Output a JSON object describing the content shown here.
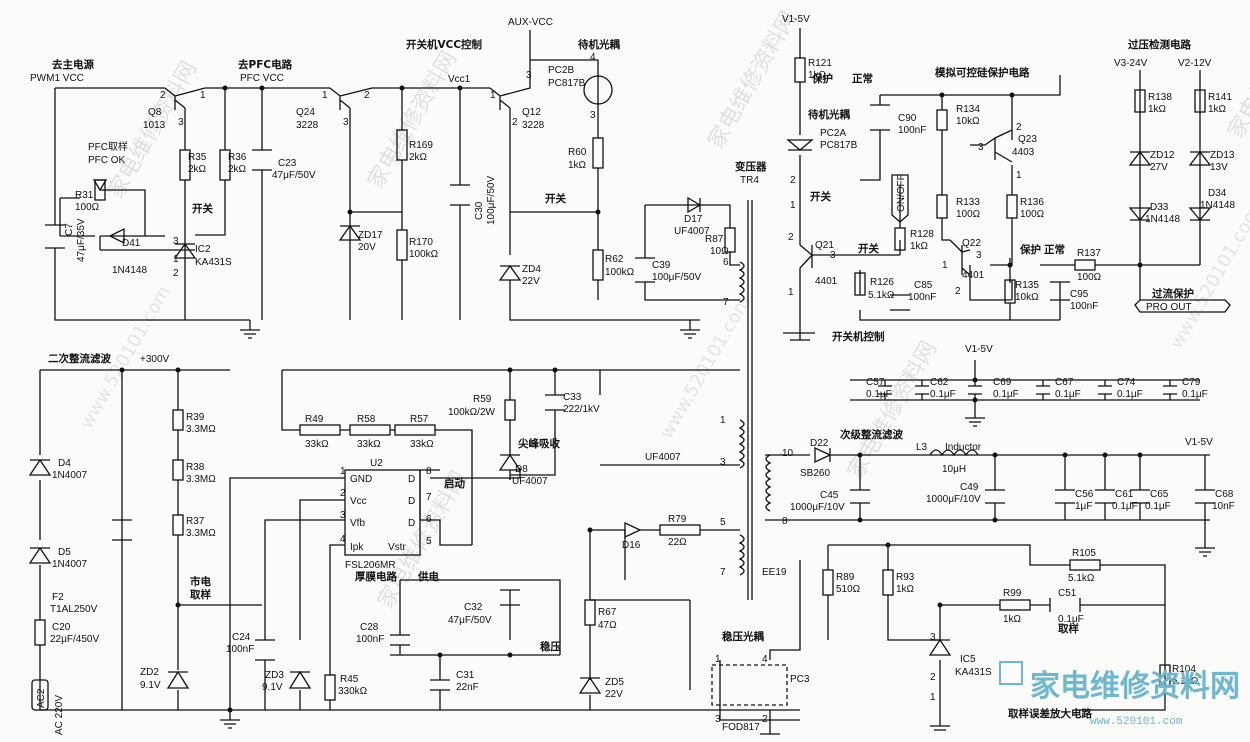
{
  "labels": {
    "main_power": "去主电源",
    "pwm1_vcc": "PWM1 VCC",
    "to_pfc": "去PFC电路",
    "pfc_vcc": "PFC VCC",
    "switch_vcc": "开关机VCC控制",
    "aux_vcc": "AUX-VCC",
    "standby_opto": "待机光耦",
    "pfc_sample": "PFC取样",
    "pfc_ok": "PFC OK",
    "switch": "开关",
    "transformer": "变压器",
    "tr4": "TR4",
    "v15_top": "V1-5V",
    "protect": "保护",
    "normal": "正常",
    "scr_protect": "模拟可控硅保护电路",
    "ov_detect": "过压检测电路",
    "v3_24": "V3-24V",
    "v2_12": "V2-12V",
    "on_off": "ON/OFF",
    "oc_protect": "过流保护",
    "pro_out": "PRO  OUT",
    "switch_control": "开关机控制",
    "secondary_rect": "二次整流滤波",
    "v300": "+300V",
    "v15_mid": "V1-5V",
    "peak_absorb": "尖峰吸收",
    "startup": "启动",
    "thick_film": "厚膜电路",
    "supply": "供电",
    "mains_sample_1": "市电",
    "mains_sample_2": "取样",
    "stabilize": "稳压",
    "stab_opto": "稳压光耦",
    "sub_rect": "次级整流滤波",
    "inductor": "Inductor",
    "v15_right": "V1-5V",
    "sampling": "取样",
    "error_amp": "取样误差放大电路",
    "ee19": "EE19",
    "ac220": "AC 220V",
    "ac2": "AC2"
  },
  "parts": {
    "Q8": [
      "Q8",
      "1013"
    ],
    "Q24": [
      "Q24",
      "3228"
    ],
    "Q12": [
      "Q12",
      "3228"
    ],
    "PC2B": [
      "PC2B",
      "PC817B"
    ],
    "R35": [
      "R35",
      "2kΩ"
    ],
    "R36": [
      "R36",
      "2kΩ"
    ],
    "C23": [
      "C23",
      "47μF/50V"
    ],
    "R31": [
      "R31",
      "100Ω"
    ],
    "C7": [
      "C7",
      "47μF/35V"
    ],
    "D41": [
      "D41",
      "1N4148"
    ],
    "IC2": [
      "IC2",
      "KA431S"
    ],
    "R169": [
      "R169",
      "2kΩ"
    ],
    "ZD17": [
      "ZD17",
      "20V"
    ],
    "R170": [
      "R170",
      "100kΩ"
    ],
    "C30": [
      "C30",
      "100μF/50V"
    ],
    "ZD4": [
      "ZD4",
      "22V"
    ],
    "R60": [
      "R60",
      "1kΩ"
    ],
    "R62": [
      "R62",
      "100kΩ"
    ],
    "C39": [
      "C39",
      "100μF/50V"
    ],
    "D17": [
      "D17",
      "UF4007"
    ],
    "R87": [
      "R87",
      "10Ω"
    ],
    "R121": [
      "R121",
      "1kΩ"
    ],
    "PC2A": [
      "PC2A",
      "PC817B"
    ],
    "C90": [
      "C90",
      "100nF"
    ],
    "R134": [
      "R134",
      "10kΩ"
    ],
    "Q23": [
      "Q23",
      "4403"
    ],
    "R133": [
      "R133",
      "100Ω"
    ],
    "R136": [
      "R136",
      "100Ω"
    ],
    "R128": [
      "R128",
      "1kΩ"
    ],
    "Q21": [
      "Q21",
      "4401"
    ],
    "Q22": [
      "Q22",
      "4401"
    ],
    "R126": [
      "R126",
      "5.1kΩ"
    ],
    "C85": [
      "C85",
      "100nF"
    ],
    "R135": [
      "R135",
      "10kΩ"
    ],
    "R137": [
      "R137",
      "100Ω"
    ],
    "C95": [
      "C95",
      "100nF"
    ],
    "R138": [
      "R138",
      "1kΩ"
    ],
    "R141": [
      "R141",
      "1kΩ"
    ],
    "ZD12": [
      "ZD12",
      "27V"
    ],
    "ZD13": [
      "ZD13",
      "13V"
    ],
    "D33": [
      "D33",
      "1N4148"
    ],
    "D34": [
      "D34",
      "1N4148"
    ],
    "C57": [
      "C57",
      "0.1μF"
    ],
    "C62": [
      "C62",
      "0.1μF"
    ],
    "C69": [
      "C69",
      "0.1μF"
    ],
    "C67": [
      "C67",
      "0.1μF"
    ],
    "C74": [
      "C74",
      "0.1μF"
    ],
    "C79": [
      "C79",
      "0.1μF"
    ],
    "D4": [
      "D4",
      "1N4007"
    ],
    "D5": [
      "D5",
      "1N4007"
    ],
    "F2": [
      "F2",
      "T1AL250V"
    ],
    "C20": [
      "C20",
      "22μF/450V"
    ],
    "R39": [
      "R39",
      "3.3MΩ"
    ],
    "R38": [
      "R38",
      "3.3MΩ"
    ],
    "R37": [
      "R37",
      "3.3MΩ"
    ],
    "ZD2": [
      "ZD2",
      "9.1V"
    ],
    "R49": [
      "R49",
      "33kΩ"
    ],
    "R58": [
      "R58",
      "33kΩ"
    ],
    "R57": [
      "R57",
      "33kΩ"
    ],
    "R59": [
      "R59",
      "100kΩ/2W"
    ],
    "C33": [
      "C33",
      "222/1kV"
    ],
    "D8": [
      "D8",
      "UF4007"
    ],
    "U2": [
      "U2",
      "FSL206MR"
    ],
    "C24": [
      "C24",
      "100nF"
    ],
    "ZD3": [
      "ZD3",
      "9.1V"
    ],
    "R45": [
      "R45",
      "330kΩ"
    ],
    "C28": [
      "C28",
      "100nF"
    ],
    "C32": [
      "C32",
      "47μF/50V"
    ],
    "C31": [
      "C31",
      "22nF"
    ],
    "R67": [
      "R67",
      "47Ω"
    ],
    "ZD5": [
      "ZD5",
      "22V"
    ],
    "D16": [
      "D16",
      ""
    ],
    "R79": [
      "R79",
      "22Ω"
    ],
    "UF4007b": [
      "UF4007",
      ""
    ],
    "PC3": [
      "PC3",
      "FOD817"
    ],
    "R89": [
      "R89",
      "510Ω"
    ],
    "R93": [
      "R93",
      "1kΩ"
    ],
    "D22": [
      "D22",
      "SB260"
    ],
    "C45": [
      "C45",
      "1000μF/10V"
    ],
    "L3": [
      "L3",
      "10μH"
    ],
    "C49": [
      "C49",
      "1000μF/10V"
    ],
    "C56": [
      "C56",
      "1μF"
    ],
    "C61": [
      "C61",
      "0.1μF"
    ],
    "C65": [
      "C65",
      "0.1μF"
    ],
    "C68": [
      "C68",
      "10nF"
    ],
    "R105": [
      "R105",
      "5.1kΩ"
    ],
    "R99": [
      "R99",
      "1kΩ"
    ],
    "C51": [
      "C51",
      "0.1μF"
    ],
    "IC5": [
      "IC5",
      "KA431S"
    ],
    "R104": [
      "R104",
      "5.1kΩ"
    ]
  },
  "u2_pins": [
    "GND",
    "Vcc",
    "Vfb",
    "Ipk",
    "D",
    "D",
    "D",
    "Vstr"
  ],
  "watermark": "家电维修资料网",
  "watermark_url": "www.520101.com",
  "logo_text": "家电维修资料网",
  "logo_url": "www.520101.com"
}
